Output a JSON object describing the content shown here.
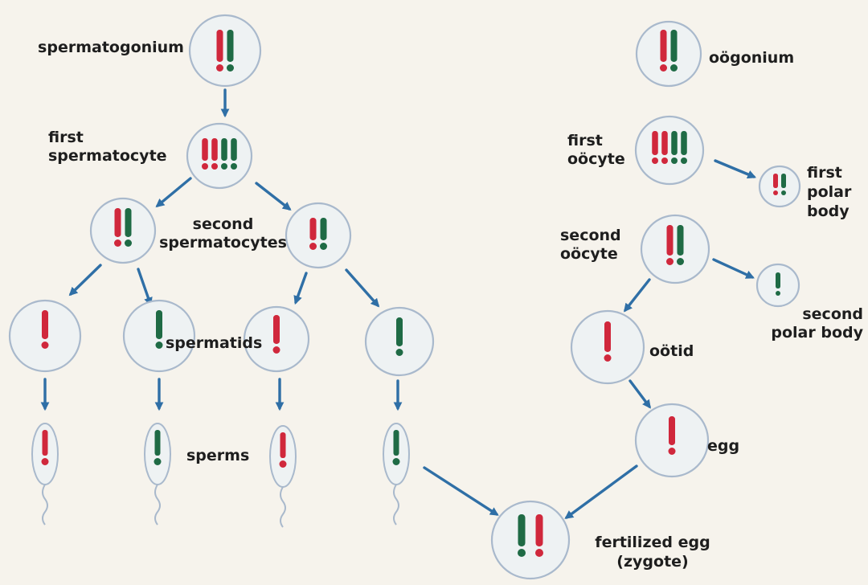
{
  "colors": {
    "background": "#f6f3ec",
    "cell_fill": "#eef2f3",
    "cell_border": "#a9b9cc",
    "maternal_chromosome": "#d0283c",
    "paternal_chromosome": "#1f6b45",
    "arrow": "#2f6fa6",
    "label_text": "#1e1e1e"
  },
  "labels": {
    "spermatogonium": "spermatogonium",
    "oogonium": "oögonium",
    "first_spermatocyte": [
      "first",
      "spermatocyte"
    ],
    "first_oocyte": [
      "first",
      "oöcyte"
    ],
    "first_polar_body": [
      "first",
      "polar",
      "body"
    ],
    "second_spermatocytes": [
      "second",
      "spermatocytes"
    ],
    "second_oocyte": [
      "second",
      "oöcyte"
    ],
    "second_polar_body": [
      "second",
      "polar body"
    ],
    "spermatids": "spermatids",
    "ootid": "oötid",
    "sperms": "sperms",
    "egg": "egg",
    "fertilized_egg": [
      "fertilized egg",
      "(zygote)"
    ]
  }
}
